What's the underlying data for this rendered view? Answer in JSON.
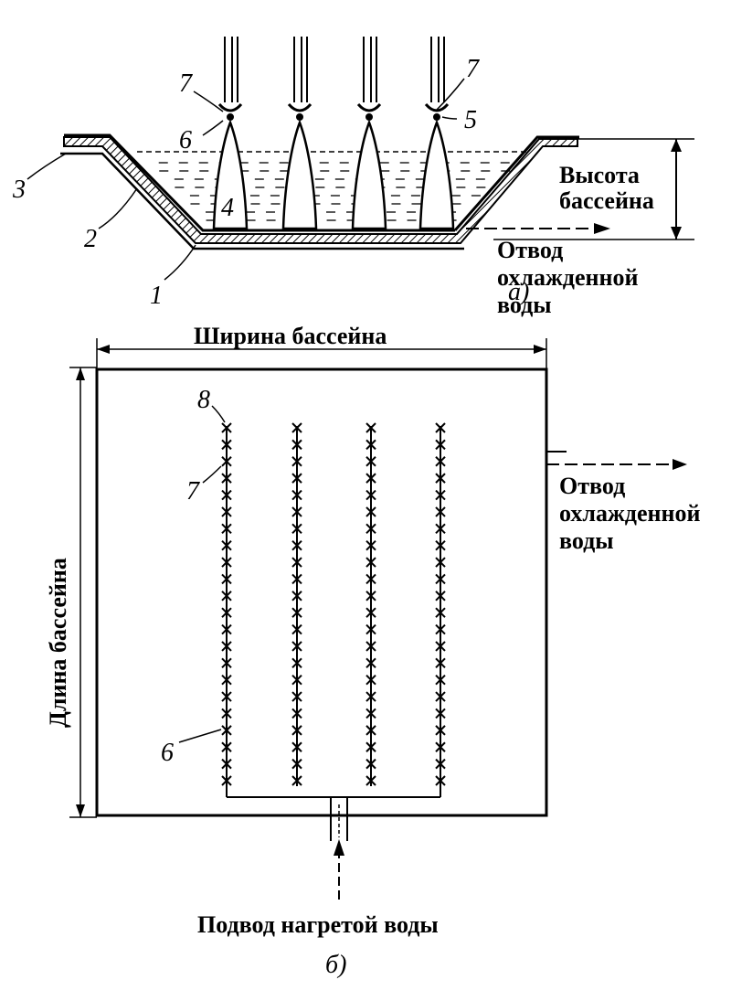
{
  "figure_a": {
    "caption": "а)",
    "pool_height_label_1": "Высота",
    "pool_height_label_2": "бассейна",
    "outlet_label_1": "Отвод",
    "outlet_label_2": "охлажденной",
    "outlet_label_3": "воды",
    "callouts": {
      "n1": "1",
      "n2": "2",
      "n3": "3",
      "n4": "4",
      "n5": "5",
      "n6": "6",
      "n7a": "7",
      "n7b": "7"
    }
  },
  "figure_b": {
    "caption": "б)",
    "width_label": "Ширина бассейна",
    "length_label": "Длина бассейна",
    "outlet_label_1": "Отвод",
    "outlet_label_2": "охлажденной",
    "outlet_label_3": "воды",
    "inlet_label": "Подвод нагретой воды",
    "callouts": {
      "n6": "6",
      "n7": "7",
      "n8": "8"
    },
    "nozzles_per_row": 22
  }
}
